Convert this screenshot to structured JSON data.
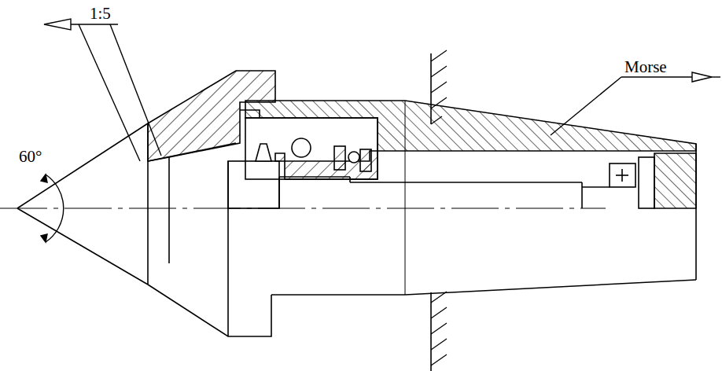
{
  "diagram": {
    "labels": [
      "1:5",
      "60°",
      "Morse"
    ]
  }
}
